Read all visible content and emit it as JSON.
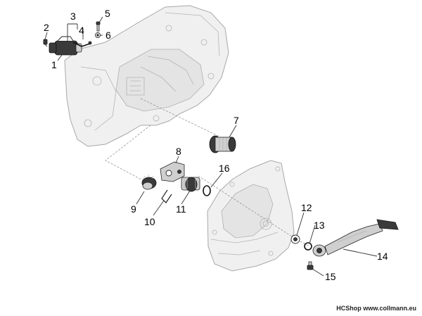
{
  "part_labels": [
    "1",
    "2",
    "3",
    "4",
    "5",
    "6",
    "7",
    "8",
    "9",
    "10",
    "11",
    "12",
    "13",
    "14",
    "15",
    "16"
  ],
  "footer": {
    "brand": "HCShop",
    "url": "www.collmann.eu"
  }
}
